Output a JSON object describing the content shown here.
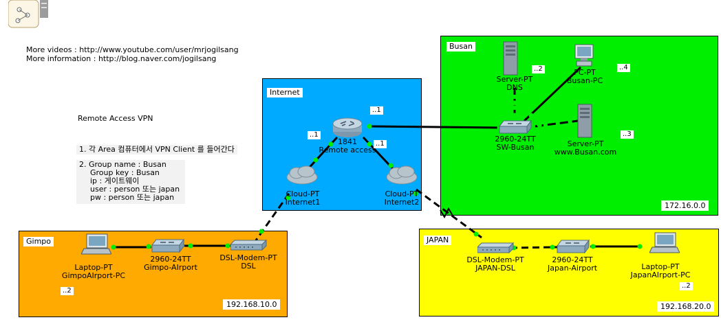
{
  "notes": {
    "line1": "More videos : http://www.youtube.com/user/mrjogilsang",
    "line2": "More information : http://blog.naver.com/jogilsang",
    "title": "Remote Access VPN",
    "step1": "1. 각 Area 컴퓨터에서 VPN Client 를 들어간다",
    "step2": [
      "2. Group name : Busan",
      "Group key : Busan",
      "ip : 게이트웨이",
      "user : person 또는 japan",
      "pw : person 또는 japan"
    ]
  },
  "areas": {
    "internet": {
      "label": "Internet",
      "color": "#00aaff"
    },
    "busan": {
      "label": "Busan",
      "color": "#00ee00",
      "subnet": "172.16.0.0"
    },
    "gimpo": {
      "label": "Gimpo",
      "color": "#ffaa00",
      "subnet": "192.168.10.0"
    },
    "japan": {
      "label": "JAPAN",
      "color": "#ffff00",
      "subnet": "192.168.20.0"
    }
  },
  "devices": {
    "router": {
      "type": "1841",
      "name": "Remote access"
    },
    "cloud1": {
      "type": "Cloud-PT",
      "name": "Internet1"
    },
    "cloud2": {
      "type": "Cloud-PT",
      "name": "Internet2"
    },
    "busan_dns": {
      "type": "Server-PT",
      "name": "DNS",
      "ip": "..2"
    },
    "busan_pc": {
      "type": "PC-PT",
      "name": "Busan-PC",
      "ip": "..4"
    },
    "busan_switch": {
      "type": "2960-24TT",
      "name": "SW-Busan"
    },
    "busan_web": {
      "type": "Server-PT",
      "name": "www.Busan.com",
      "ip": "..3"
    },
    "gimpo_laptop": {
      "type": "Laptop-PT",
      "name": "GimpoAIrport-PC",
      "ip": "..2"
    },
    "gimpo_switch": {
      "type": "2960-24TT",
      "name": "Gimpo-AIrport"
    },
    "gimpo_dsl": {
      "type": "DSL-Modem-PT",
      "name": "DSL"
    },
    "japan_dsl": {
      "type": "DSL-Modem-PT",
      "name": "JAPAN-DSL"
    },
    "japan_switch": {
      "type": "2960-24TT",
      "name": "Japan-Airport"
    },
    "japan_laptop": {
      "type": "Laptop-PT",
      "name": "JapanAIrport-PC",
      "ip": "..2"
    }
  },
  "ip_labels": {
    "router_busan": "..1",
    "router_cloud1": "..1",
    "router_cloud2": "..1"
  },
  "link_colors": {
    "port": "#00ee00",
    "cable": "#000000"
  }
}
